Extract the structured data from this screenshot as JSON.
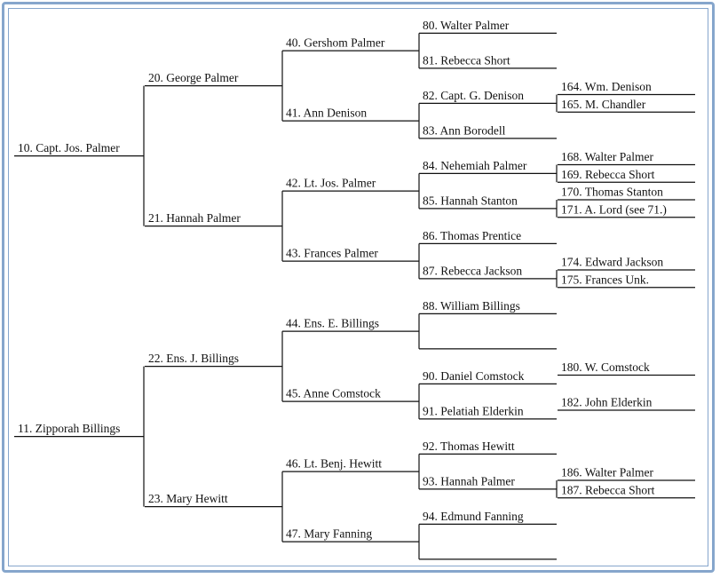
{
  "pedigree": [
    {
      "id": "p10",
      "label": "10. Capt. Jos. Palmer",
      "gen": 0,
      "slot": 1,
      "span": 16
    },
    {
      "id": "p11",
      "label": "11. Zipporah Billings",
      "gen": 0,
      "slot": 17,
      "span": 16
    },
    {
      "id": "p20",
      "label": "20. George Palmer",
      "gen": 1,
      "slot": 1,
      "span": 8
    },
    {
      "id": "p21",
      "label": "21. Hannah Palmer",
      "gen": 1,
      "slot": 9,
      "span": 8
    },
    {
      "id": "p22",
      "label": "22. Ens. J. Billings",
      "gen": 1,
      "slot": 17,
      "span": 8
    },
    {
      "id": "p23",
      "label": "23. Mary Hewitt",
      "gen": 1,
      "slot": 25,
      "span": 8
    },
    {
      "id": "p40",
      "label": "40. Gershom Palmer",
      "gen": 2,
      "slot": 1,
      "span": 4
    },
    {
      "id": "p41",
      "label": "41. Ann Denison",
      "gen": 2,
      "slot": 5,
      "span": 4
    },
    {
      "id": "p42",
      "label": "42. Lt. Jos. Palmer",
      "gen": 2,
      "slot": 9,
      "span": 4
    },
    {
      "id": "p43",
      "label": "43. Frances Palmer",
      "gen": 2,
      "slot": 13,
      "span": 4
    },
    {
      "id": "p44",
      "label": "44. Ens. E. Billings",
      "gen": 2,
      "slot": 17,
      "span": 4
    },
    {
      "id": "p45",
      "label": "45. Anne Comstock",
      "gen": 2,
      "slot": 21,
      "span": 4
    },
    {
      "id": "p46",
      "label": "46. Lt. Benj. Hewitt",
      "gen": 2,
      "slot": 25,
      "span": 4
    },
    {
      "id": "p47",
      "label": "47. Mary Fanning",
      "gen": 2,
      "slot": 29,
      "span": 4
    },
    {
      "id": "p80",
      "label": "80. Walter Palmer",
      "gen": 3,
      "slot": 1,
      "span": 2
    },
    {
      "id": "p81",
      "label": "81. Rebecca Short",
      "gen": 3,
      "slot": 3,
      "span": 2
    },
    {
      "id": "p82",
      "label": "82. Capt. G. Denison",
      "gen": 3,
      "slot": 5,
      "span": 2
    },
    {
      "id": "p83",
      "label": "83. Ann Borodell",
      "gen": 3,
      "slot": 7,
      "span": 2
    },
    {
      "id": "p84",
      "label": "84. Nehemiah Palmer",
      "gen": 3,
      "slot": 9,
      "span": 2
    },
    {
      "id": "p85",
      "label": "85. Hannah Stanton",
      "gen": 3,
      "slot": 11,
      "span": 2
    },
    {
      "id": "p86",
      "label": "86. Thomas Prentice",
      "gen": 3,
      "slot": 13,
      "span": 2
    },
    {
      "id": "p87",
      "label": "87. Rebecca Jackson",
      "gen": 3,
      "slot": 15,
      "span": 2
    },
    {
      "id": "p88",
      "label": "88. William Billings",
      "gen": 3,
      "slot": 17,
      "span": 2
    },
    {
      "id": "p89",
      "label": "",
      "gen": 3,
      "slot": 19,
      "span": 2
    },
    {
      "id": "p90",
      "label": "90. Daniel Comstock",
      "gen": 3,
      "slot": 21,
      "span": 2
    },
    {
      "id": "p91",
      "label": "91. Pelatiah Elderkin",
      "gen": 3,
      "slot": 23,
      "span": 2
    },
    {
      "id": "p92",
      "label": "92. Thomas Hewitt",
      "gen": 3,
      "slot": 25,
      "span": 2
    },
    {
      "id": "p93",
      "label": "93. Hannah Palmer",
      "gen": 3,
      "slot": 27,
      "span": 2
    },
    {
      "id": "p94",
      "label": "94. Edmund Fanning",
      "gen": 3,
      "slot": 29,
      "span": 2
    },
    {
      "id": "p95",
      "label": "",
      "gen": 3,
      "slot": 31,
      "span": 2
    },
    {
      "id": "p164",
      "label": "164. Wm. Denison",
      "gen": 4,
      "slot": 5,
      "span": 1
    },
    {
      "id": "p165",
      "label": "165. M. Chandler",
      "gen": 4,
      "slot": 6,
      "span": 1
    },
    {
      "id": "p168",
      "label": "168. Walter Palmer",
      "gen": 4,
      "slot": 9,
      "span": 1
    },
    {
      "id": "p169",
      "label": "169. Rebecca Short",
      "gen": 4,
      "slot": 10,
      "span": 1
    },
    {
      "id": "p170",
      "label": "170. Thomas Stanton",
      "gen": 4,
      "slot": 11,
      "span": 1
    },
    {
      "id": "p171",
      "label": "171. A. Lord (see 71.)",
      "gen": 4,
      "slot": 12,
      "span": 1
    },
    {
      "id": "p174",
      "label": "174. Edward Jackson",
      "gen": 4,
      "slot": 15,
      "span": 1
    },
    {
      "id": "p175",
      "label": "175. Frances Unk.",
      "gen": 4,
      "slot": 16,
      "span": 1
    },
    {
      "id": "p180",
      "label": "180. W. Comstock",
      "gen": 4,
      "slot": 21,
      "span": 1
    },
    {
      "id": "p182",
      "label": "182. John Elderkin",
      "gen": 4,
      "slot": 23,
      "span": 1
    },
    {
      "id": "p186",
      "label": "186. Walter Palmer",
      "gen": 4,
      "slot": 27,
      "span": 1
    },
    {
      "id": "p187",
      "label": "187. Rebecca Short",
      "gen": 4,
      "slot": 28,
      "span": 1
    }
  ],
  "colors": {
    "frame": "#86a6cc",
    "line": "#111111"
  }
}
